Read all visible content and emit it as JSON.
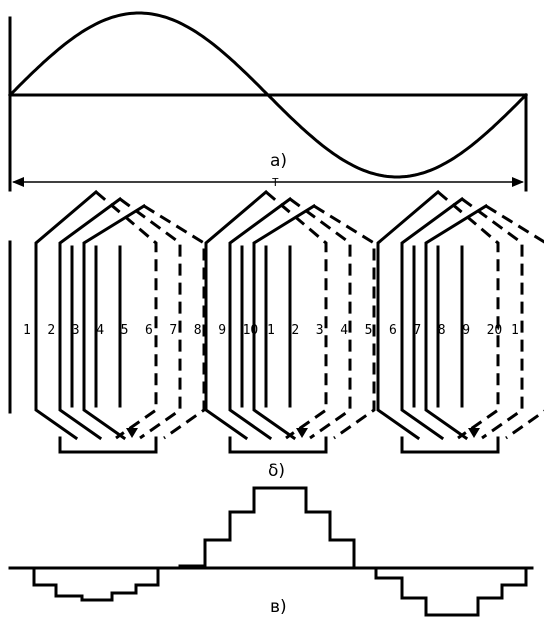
{
  "panel_a": {
    "caption": "а)",
    "period_label": "T"
  },
  "panel_b": {
    "caption": "δ)",
    "slot_numbers": [
      "1",
      "2",
      "3",
      "4",
      "5",
      "6",
      "7",
      "8",
      "9",
      "10",
      "1",
      "2",
      "3",
      "4",
      "5",
      "6",
      "7",
      "8",
      "9",
      "20",
      "1"
    ]
  },
  "panel_c": {
    "caption": "в)"
  }
}
